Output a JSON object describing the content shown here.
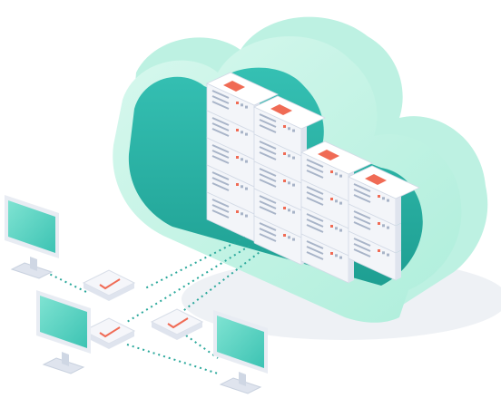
{
  "illustration": {
    "subject": "cloud-server-network",
    "colors": {
      "cloud_light": "#c8f4e6",
      "cloud_mid": "#9eead5",
      "cloud_dark": "#2fb8ad",
      "cloud_inner": "#22a99c",
      "server_face": "#f3f5f9",
      "server_side": "#dfe4ee",
      "server_top": "#ffffff",
      "server_line": "#a8b4c8",
      "accent_red": "#f06b55",
      "monitor_screen": "#5fd6c4",
      "monitor_frame": "#e8ecf3",
      "dots": "#2aa89b",
      "shadow": "#e9edf2"
    },
    "nodes": [
      {
        "name": "computer-icon-left",
        "kind": "computer"
      },
      {
        "name": "computer-icon-bottom-left",
        "kind": "computer"
      },
      {
        "name": "computer-icon-bottom-right",
        "kind": "computer"
      },
      {
        "name": "envelope-icon-top",
        "kind": "message"
      },
      {
        "name": "envelope-icon-middle",
        "kind": "message"
      },
      {
        "name": "envelope-icon-right",
        "kind": "message"
      }
    ]
  }
}
